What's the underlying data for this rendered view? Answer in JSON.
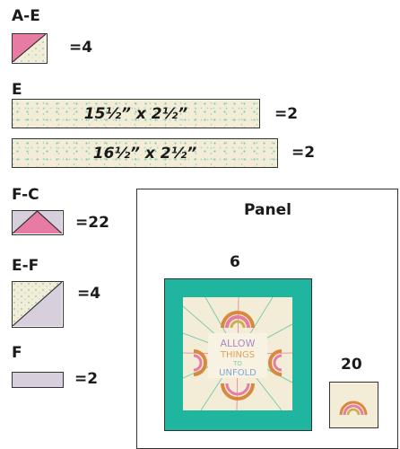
{
  "units": [
    {
      "label": "A-E",
      "count": "=4"
    },
    {
      "label": "E",
      "strips": [
        {
          "size": "15½” x 2½”",
          "count": "=2"
        },
        {
          "size": "16½” x 2½”",
          "count": "=2"
        }
      ]
    },
    {
      "label": "F-C",
      "count": "=22"
    },
    {
      "label": "E-F",
      "count": "=4"
    },
    {
      "label": "F",
      "count": "=2"
    }
  ],
  "panel": {
    "title": "Panel",
    "big_block_label": "6",
    "small_block_label": "20",
    "art_text": "ALLOW THINGS TO UNFOLD"
  },
  "colors": {
    "pink": "#e87ba4",
    "cream": "#f3edd8",
    "lavender": "#d8cfdc",
    "teal": "#1fb59f",
    "dots": "#7fcab0"
  }
}
